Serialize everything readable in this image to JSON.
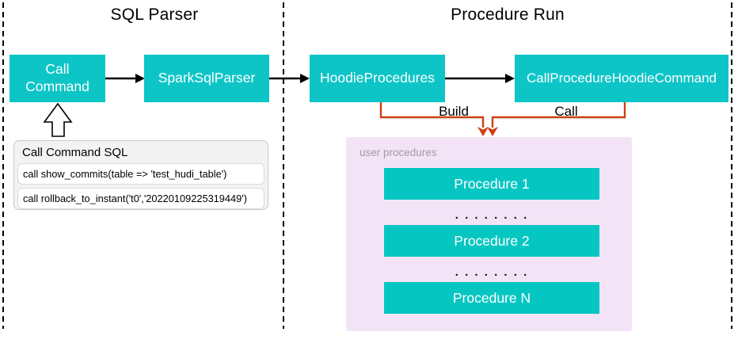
{
  "sections": {
    "sql_parser": {
      "title": "SQL Parser"
    },
    "procedure_run": {
      "title": "Procedure Run"
    }
  },
  "nodes": {
    "call_command": "Call\nCommand",
    "spark_sql_parser": "SparkSqlParser",
    "hoodie_procedures": "HoodieProcedures",
    "call_procedure_hoodie_command": "CallProcedureHoodieCommand"
  },
  "edge_labels": {
    "build": "Build",
    "call": "Call"
  },
  "sql_panel": {
    "title": "Call Command SQL",
    "statements": [
      "call show_commits(table => 'test_hudi_table')",
      "call rollback_to_instant('t0','20220109225319449')"
    ]
  },
  "user_procedures": {
    "label": "user procedures",
    "items": [
      "Procedure 1",
      "Procedure 2",
      "Procedure N"
    ],
    "ellipsis": ". . . . . . . ."
  },
  "colors": {
    "node_teal": "#0dc5c7",
    "procedure_teal": "#06c6c2",
    "flow_orange": "#cf3f10",
    "user_panel_purple": "#f2e4f6",
    "sql_panel_gray": "#f4f3f4",
    "arrow_black": "#000000",
    "muted_label_gray": "#a09aa6"
  }
}
